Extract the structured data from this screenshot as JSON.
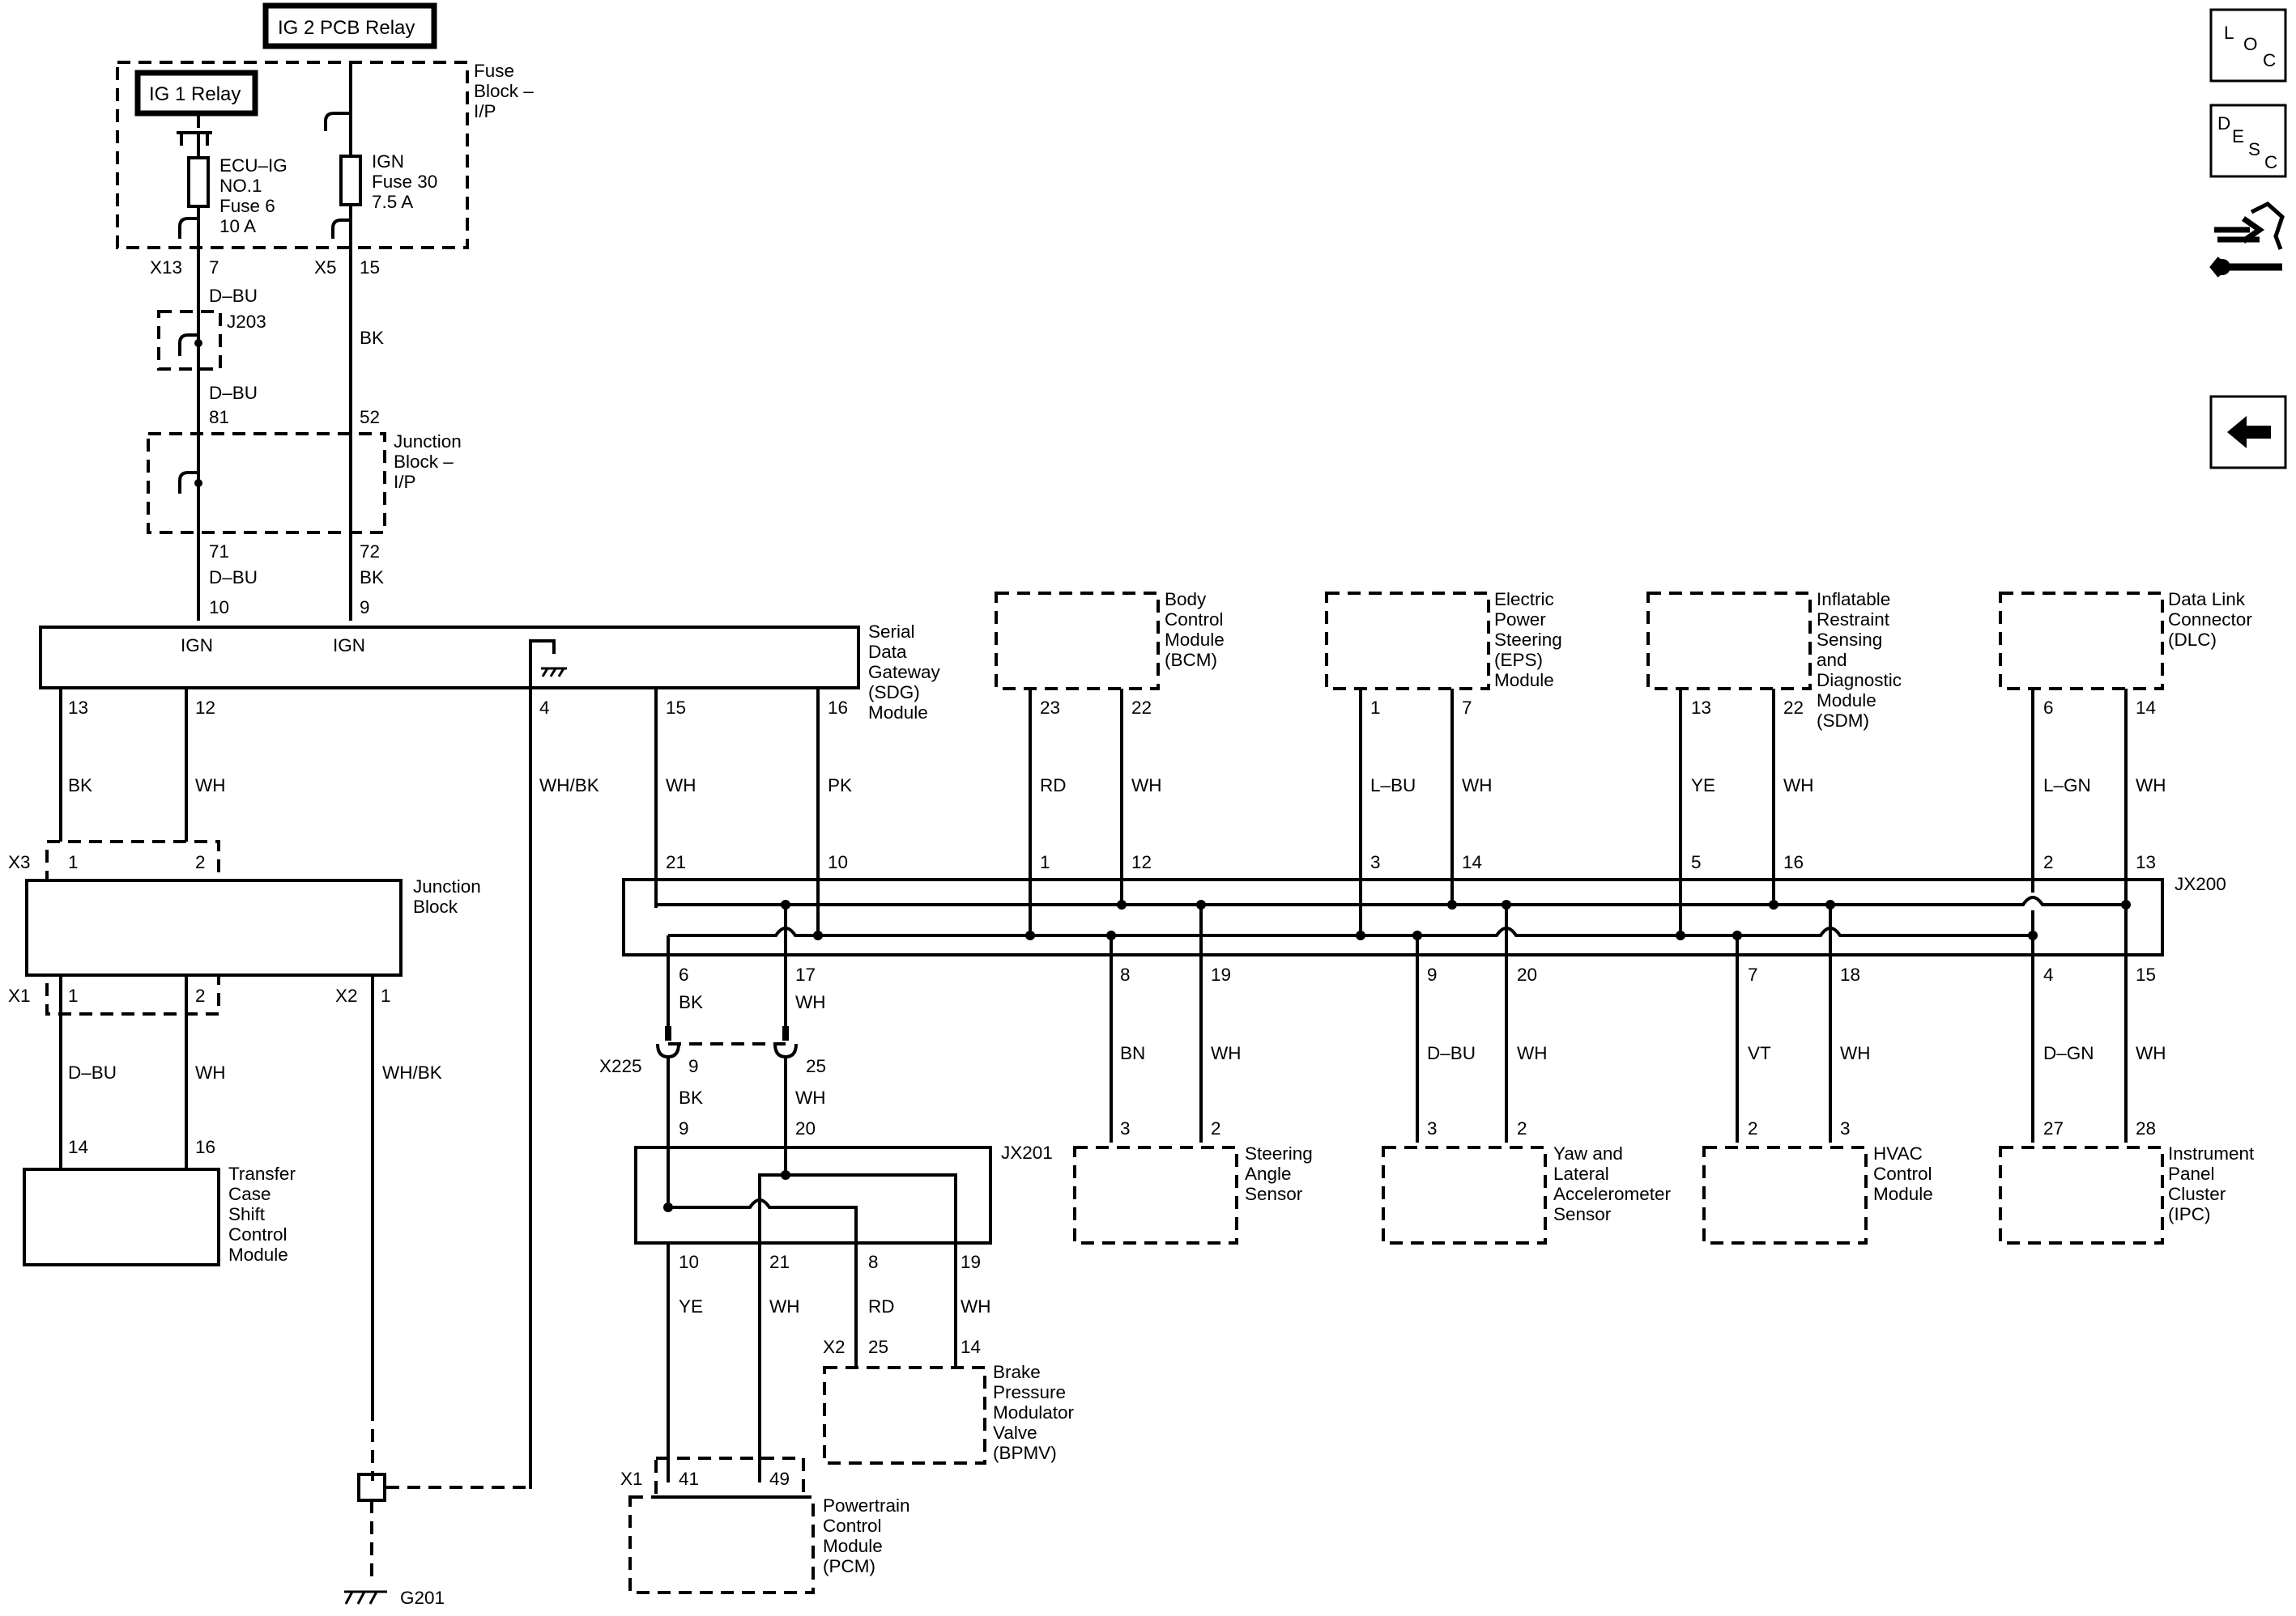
{
  "relays": {
    "ig2": "IG 2 PCB Relay",
    "ig1": "IG 1 Relay"
  },
  "fuse_block": {
    "name": [
      "Fuse",
      "Block –",
      "I/P"
    ],
    "ecu_fuse": [
      "ECU–IG",
      "NO.1",
      "Fuse 6",
      "10 A"
    ],
    "ign_fuse": [
      "IGN",
      "Fuse 30",
      "7.5 A"
    ]
  },
  "junction_block_ip": {
    "name": [
      "Junction",
      "Block –",
      "I/P"
    ]
  },
  "j203": "J203",
  "sdg": {
    "name": [
      "Serial",
      "Data",
      "Gateway",
      "(SDG)",
      "Module"
    ],
    "ign_left": "IGN",
    "ign_right": "IGN"
  },
  "junction_block": {
    "name": [
      "Junction",
      "Block"
    ]
  },
  "transfer_case": {
    "name": [
      "Transfer",
      "Case",
      "Shift",
      "Control",
      "Module"
    ]
  },
  "modules_top": {
    "bcm": [
      "Body",
      "Control",
      "Module",
      "(BCM)"
    ],
    "eps": [
      "Electric",
      "Power",
      "Steering",
      "(EPS)",
      "Module"
    ],
    "sdm": [
      "Inflatable",
      "Restraint",
      "Sensing",
      "and",
      "Diagnostic",
      "Module",
      "(SDM)"
    ],
    "dlc": [
      "Data Link",
      "Connector",
      "(DLC)"
    ]
  },
  "modules_bottom": {
    "steering": [
      "Steering",
      "Angle",
      "Sensor"
    ],
    "yaw": [
      "Yaw and",
      "Lateral",
      "Accelerometer",
      "Sensor"
    ],
    "hvac": [
      "HVAC",
      "Control",
      "Module"
    ],
    "ipc": [
      "Instrument",
      "Panel",
      "Cluster",
      "(IPC)"
    ]
  },
  "bpmv": [
    "Brake",
    "Pressure",
    "Modulator",
    "Valve",
    "(BPMV)"
  ],
  "pcm": [
    "Powertrain",
    "Control",
    "Module",
    "(PCM)"
  ],
  "splices": {
    "jx200": "JX200",
    "jx201": "JX201"
  },
  "connectors": {
    "x13": "X13",
    "x5": "X5",
    "x3": "X3",
    "x1a": "X1",
    "x2a": "X2",
    "x225": "X225",
    "x2b": "X2",
    "x1b": "X1"
  },
  "ground": "G201",
  "nav": {
    "loc": [
      "L",
      "O",
      "C"
    ],
    "desc": [
      "D",
      "E",
      "S",
      "C"
    ]
  },
  "pins": {
    "p7": "7",
    "p15": "15",
    "p81": "81",
    "p52": "52",
    "p71": "71",
    "p72": "72",
    "p10": "10",
    "p9": "9",
    "s13": "13",
    "s12": "12",
    "s4": "4",
    "s15": "15",
    "s16": "16",
    "b23": "23",
    "b22": "22",
    "e1": "1",
    "e7": "7",
    "r13": "13",
    "r22": "22",
    "d6": "6",
    "d14": "14",
    "jb1": "1",
    "jb2": "2",
    "jb1b": "1",
    "jb2b": "2",
    "jbx2": "1",
    "t14": "14",
    "t16": "16",
    "j21": "21",
    "j10": "10",
    "j1": "1",
    "j12": "12",
    "j3": "3",
    "j14": "14",
    "j5": "5",
    "j16": "16",
    "j2": "2",
    "j13": "13",
    "jb6": "6",
    "jb17": "17",
    "jb8": "8",
    "jb19": "19",
    "jb9": "9",
    "jb20": "20",
    "jb7": "7",
    "jb18": "18",
    "jb4": "4",
    "jb15": "15",
    "x9": "9",
    "x25": "25",
    "k9": "9",
    "k20": "20",
    "sa3": "3",
    "sa2": "2",
    "ya3": "3",
    "ya2": "2",
    "hv2": "2",
    "hv3": "3",
    "ip27": "27",
    "ip28": "28",
    "q10": "10",
    "q21": "21",
    "q8": "8",
    "q19": "19",
    "bp25": "25",
    "bp14": "14",
    "pc41": "41",
    "pc49": "49"
  },
  "colors": {
    "dbu1": "D–BU",
    "dbu2": "D–BU",
    "dbu3": "D–BU",
    "bk1": "BK",
    "bk2": "BK",
    "sbk": "BK",
    "swh": "WH",
    "swhbk": "WH/BK",
    "swh2": "WH",
    "spk": "PK",
    "rd": "RD",
    "bwh": "WH",
    "lbu": "L–BU",
    "ewh": "WH",
    "ye": "YE",
    "rwh": "WH",
    "lgn": "L–GN",
    "dwh": "WH",
    "jdbu": "D–BU",
    "jwh": "WH",
    "jwhbk": "WH/BK",
    "xbk": "BK",
    "xwh": "WH",
    "xbk2": "BK",
    "xwh2": "WH",
    "bn": "BN",
    "bnwh": "WH",
    "ydbu": "D–BU",
    "ywh": "WH",
    "vt": "VT",
    "vwh": "WH",
    "dgn": "D–GN",
    "iwh": "WH",
    "qye": "YE",
    "qwh": "WH",
    "qrd": "RD",
    "qwh2": "WH"
  }
}
